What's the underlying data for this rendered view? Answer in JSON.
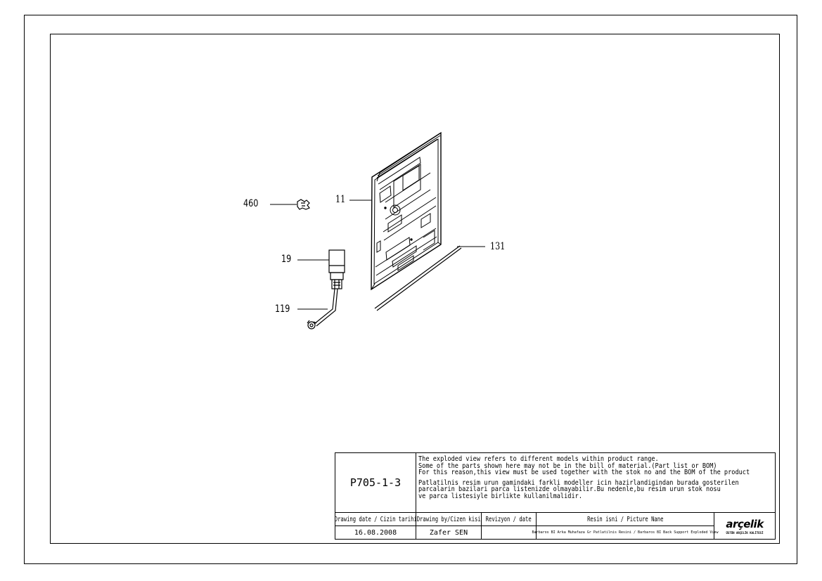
{
  "callouts": {
    "c460": "460",
    "c11": "11",
    "c131": "131",
    "c19": "19",
    "c119": "119"
  },
  "title_block": {
    "drawing_code": "P705-1-3",
    "notes_en": [
      "The exploded view refers to different models within product range.",
      "Some of the parts shown here may not be in the bill of material.(Part list or BOM)",
      "For this reason,this view must be used together with the stok no and the BOM of the product"
    ],
    "notes_tr": [
      "Patlatilnis resim urun gamindaki farkli modeller icin hazirlandigindan burada gosterilen",
      "parcalarin bazilari parca listenizde olmayabilir.Bu nedenle,bu resim urun stok nosu",
      "ve parca listesiyle birlikte kullanilmalidir."
    ],
    "headers": {
      "drawing_date": "Drawing date / Cizin tarihi",
      "drawing_by": "Drawing by/Cizen kisi",
      "revision": "Revizyon / date",
      "picture_name": "Resin isni / Picture Nane"
    },
    "values": {
      "drawing_date": "16.08.2008",
      "drawing_by": "Zafer SEN",
      "revision": "",
      "picture_name": "Barbaros BI Arka Muhafaza Gr Patlatilnis Resini / Barbaros BI Back Support Exploded View"
    },
    "logo": {
      "word": "arçelik",
      "tag": "ÜSTÜN ARÇELİK KALİTESİ"
    }
  }
}
